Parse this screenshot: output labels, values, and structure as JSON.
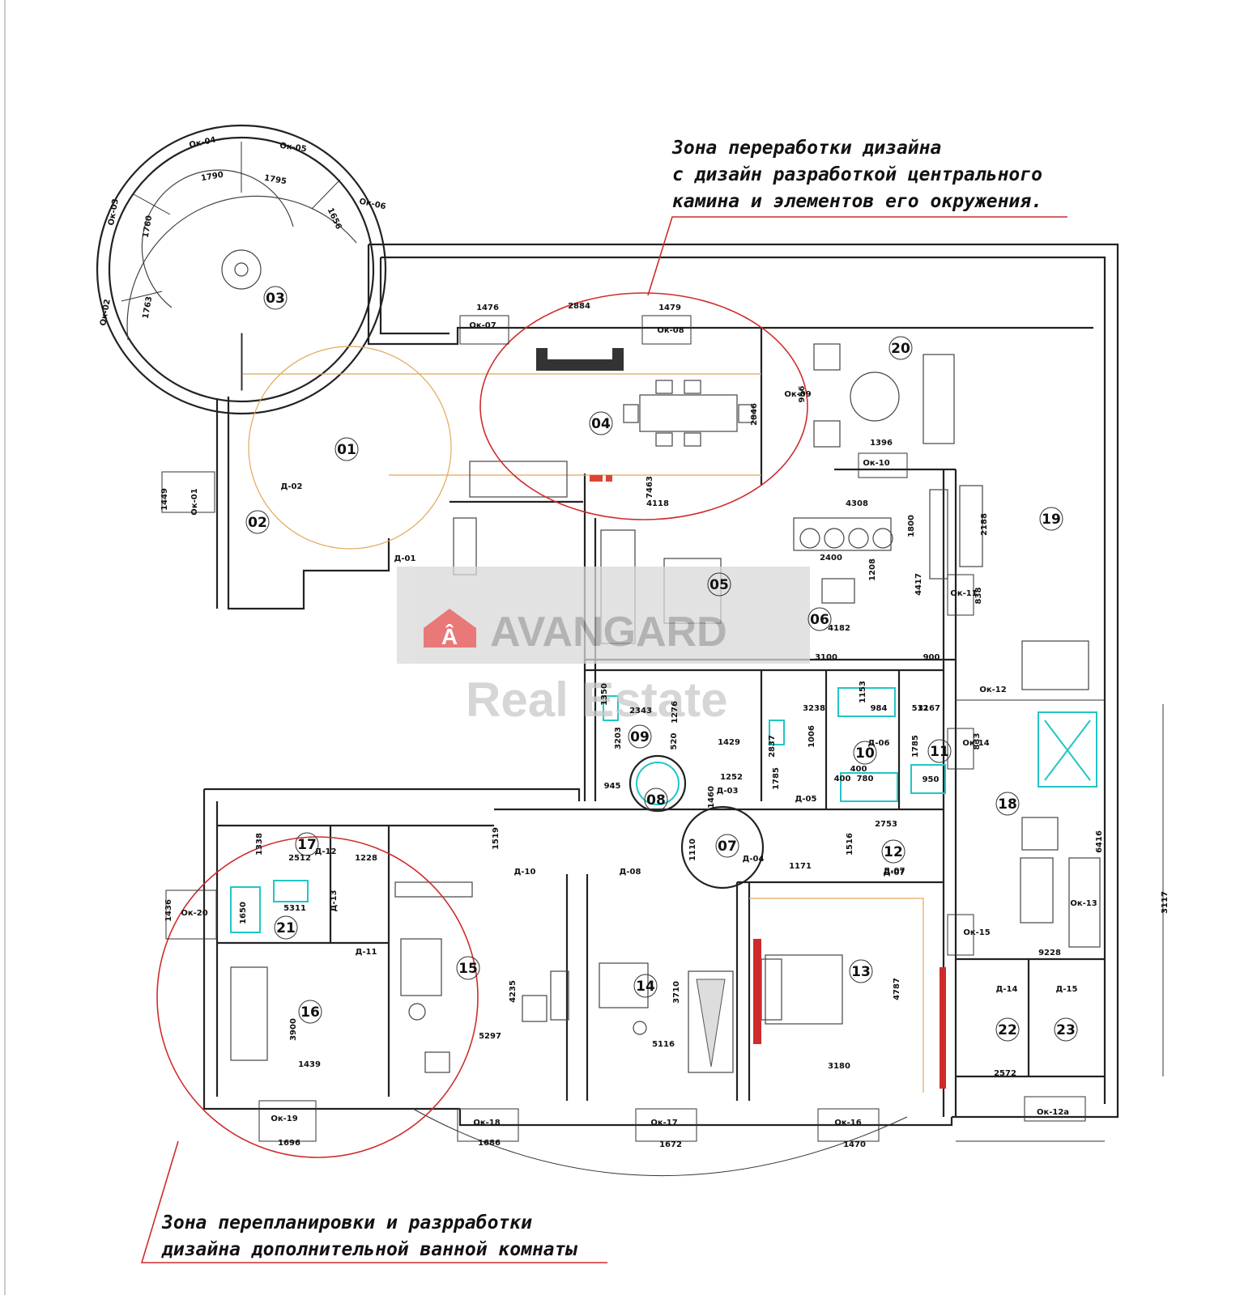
{
  "notes": {
    "top_lines": [
      "Зона переработки дизайна",
      "с дизайн разработкой центрального",
      "камина и элементов его окружения."
    ],
    "bottom_lines": [
      "Зона перепланировки и разрработки",
      "дизайна дополнительной ванной комнаты"
    ]
  },
  "watermark": {
    "brand": "AVANGARD",
    "sub": "Real Estate"
  },
  "rooms": [
    "01",
    "02",
    "03",
    "04",
    "05",
    "06",
    "07",
    "08",
    "09",
    "10",
    "11",
    "12",
    "13",
    "14",
    "15",
    "16",
    "17",
    "18",
    "19",
    "20",
    "21",
    "22",
    "23"
  ],
  "dimensions": [
    "1790",
    "1795",
    "1760",
    "1656",
    "1763",
    "1476",
    "2884",
    "1479",
    "2846",
    "956",
    "1449",
    "1396",
    "7463",
    "4118",
    "4308",
    "1800",
    "2188",
    "2400",
    "1208",
    "4417",
    "838",
    "4182",
    "3100",
    "900",
    "1350",
    "2343",
    "1276",
    "3203",
    "520",
    "1429",
    "1252",
    "945",
    "1460",
    "3238",
    "984",
    "1153",
    "512",
    "3167",
    "1006",
    "2837",
    "1785",
    "950",
    "1785",
    "400",
    "780",
    "400",
    "833",
    "1519",
    "1338",
    "2512",
    "1228",
    "1110",
    "2753",
    "1516",
    "1171",
    "6416",
    "1436",
    "1650",
    "5311",
    "4235",
    "5297",
    "3710",
    "5116",
    "4787",
    "3180",
    "9228",
    "3117",
    "3900",
    "1439",
    "1696",
    "1686",
    "1672",
    "1470",
    "2572"
  ],
  "openings": [
    "Ок-04",
    "Ок-05",
    "Ок-03",
    "Ок-06",
    "Ок-02",
    "Ок-07",
    "Ок-08",
    "Ок-09",
    "Ок-01",
    "Д-02",
    "Ок-10",
    "Д-01",
    "Ок-11",
    "Ок-12",
    "Д-06",
    "Ок-14",
    "Д-07",
    "Д-03",
    "Д-05",
    "Д-12",
    "Д-13",
    "Ок-20",
    "Д-11",
    "Д-10",
    "Д-08",
    "Д-04",
    "Д-07",
    "Ок-15",
    "Ок-13",
    "Д-14",
    "Д-15",
    "Ок-19",
    "Ок-18",
    "Ок-17",
    "Ок-16",
    "Ок-12а"
  ]
}
